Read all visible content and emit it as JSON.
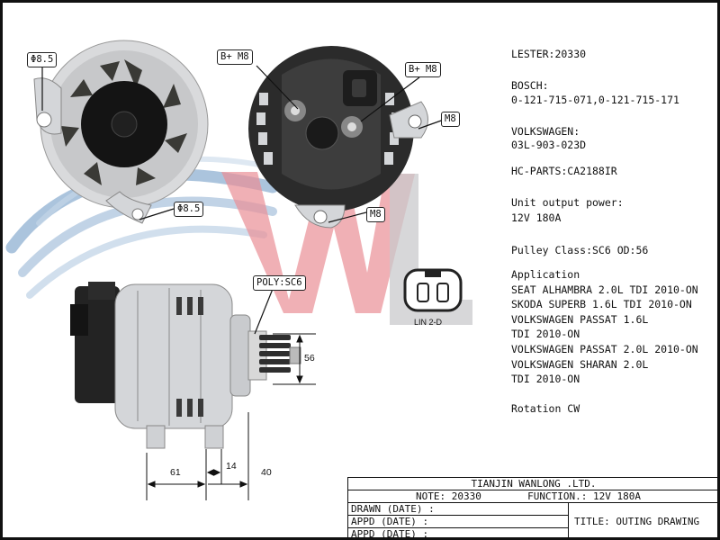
{
  "colors": {
    "logo_blue": "#7fa2c8",
    "logo_red": "#e98f95",
    "part_gray": "#d4d6d9",
    "part_dark": "#2c2c2c",
    "border": "#111111"
  },
  "specs": {
    "lester": "LESTER:20330",
    "bosch_label": "BOSCH:",
    "bosch_numbers": "0-121-715-071,0-121-715-171",
    "vw_label": "VOLKSWAGEN:",
    "vw_number": "03L-903-023D",
    "hc_parts": "HC-PARTS:CA2188IR",
    "output_label": "Unit  output  power:",
    "output_value": "12V 180A",
    "pulley": "Pulley Class:SC6  OD:56",
    "application_label": "Application",
    "applications": [
      "SEAT ALHAMBRA 2.0L TDI 2010-ON",
      "SKODA SUPERB 1.6L TDI 2010-ON",
      "VOLKSWAGEN PASSAT 1.6L",
      "TDI 2010-ON",
      "VOLKSWAGEN PASSAT 2.0L 2010-ON",
      "VOLKSWAGEN SHARAN 2.0L",
      "TDI 2010-ON"
    ],
    "rotation": "Rotation CW"
  },
  "callouts": {
    "hole_top": "Φ8.5",
    "hole_bottom": "Φ8.5",
    "bplus_left": "B+  M8",
    "bplus_right": "B+  M8",
    "m8_right": "M8",
    "m8_bottom": "M8",
    "poly": "POLY:SC6"
  },
  "connector_label": "LIN 2-D",
  "dimensions": {
    "pulley_od": "56",
    "d61": "61",
    "d14": "14",
    "d40": "40"
  },
  "title_block": {
    "company": "TIANJIN WANLONG .LTD.",
    "note": "NOTE: 20330",
    "function": "FUNCTION.: 12V 180A",
    "drawn": "DRAWN  (DATE)  :",
    "appd1": "APPD  (DATE) :",
    "appd2": "APPD  (DATE) :",
    "title": "TITLE: OUTING DRAWING"
  }
}
